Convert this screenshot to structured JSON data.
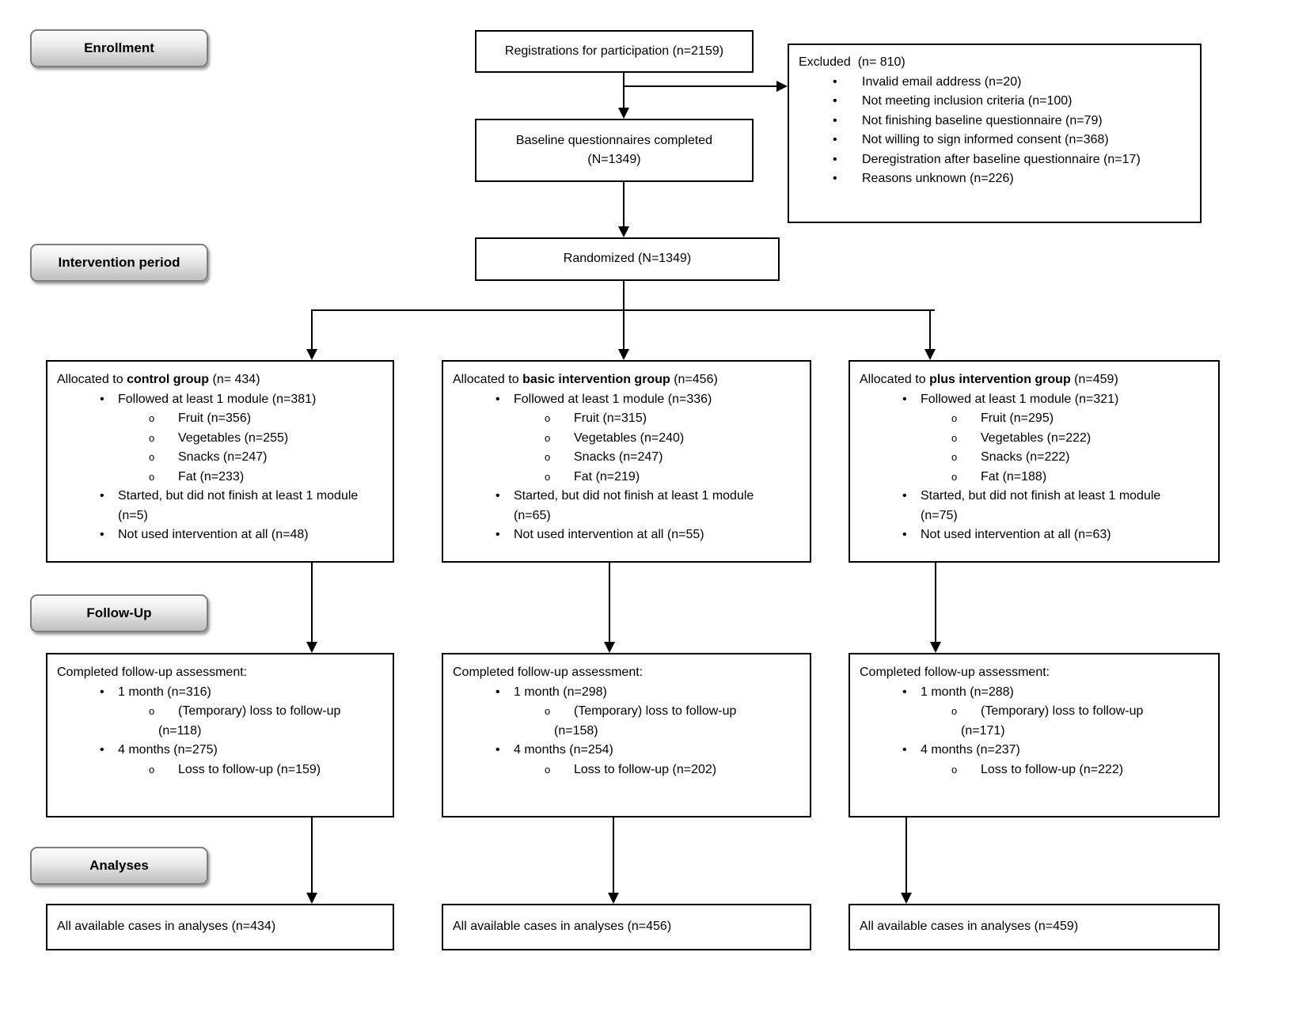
{
  "glyphs": {
    "bullet": "•",
    "circle": "o"
  },
  "stages": {
    "enrollment": "Enrollment",
    "intervention_period": "Intervention period",
    "follow_up": "Follow-Up",
    "analyses": "Analyses"
  },
  "flow": {
    "registrations": "Registrations for participation (n=2159)",
    "baseline_line1": "Baseline questionnaires completed",
    "baseline_line2": "(N=1349)",
    "randomized": "Randomized (N=1349)"
  },
  "excluded": {
    "title": "Excluded  (n= 810)",
    "reasons": [
      "Invalid email address (n=20)",
      "Not meeting inclusion criteria (n=100)",
      "Not finishing baseline questionnaire (n=79)",
      "Not willing to sign informed consent (n=368)",
      "Deregistration after baseline questionnaire (n=17)",
      "Reasons unknown (n=226)"
    ]
  },
  "groups": [
    {
      "allocated_prefix": "Allocated to ",
      "allocated_group": "control group",
      "allocated_suffix": " (n= 434)",
      "followed": "Followed at least 1 module (n=381)",
      "modules": [
        "Fruit (n=356)",
        "Vegetables (n=255)",
        "Snacks (n=247)",
        "Fat (n=233)"
      ],
      "started_line1": "Started, but did not finish at least 1 module",
      "started_line2": "(n=5)",
      "not_used": "Not used intervention at all (n=48)",
      "followup_title": "Completed follow-up assessment:",
      "month1": "1 month (n=316)",
      "month1_loss_line1": "(Temporary) loss to follow-up",
      "month1_loss_line2": "(n=118)",
      "month4": "4 months (n=275)",
      "month4_loss": "Loss to follow-up (n=159)",
      "analysis": "All available cases in analyses (n=434)"
    },
    {
      "allocated_prefix": "Allocated to ",
      "allocated_group": "basic intervention group",
      "allocated_suffix": " (n=456)",
      "followed": "Followed at least 1 module (n=336)",
      "modules": [
        "Fruit (n=315)",
        "Vegetables (n=240)",
        "Snacks (n=247)",
        "Fat (n=219)"
      ],
      "started_line1": "Started, but did not finish at least 1 module",
      "started_line2": "(n=65)",
      "not_used": "Not used intervention at all (n=55)",
      "followup_title": "Completed follow-up assessment:",
      "month1": "1 month (n=298)",
      "month1_loss_line1": "(Temporary) loss to follow-up",
      "month1_loss_line2": "(n=158)",
      "month4": "4 months (n=254)",
      "month4_loss": "Loss to follow-up (n=202)",
      "analysis": "All available cases in analyses (n=456)"
    },
    {
      "allocated_prefix": "Allocated to ",
      "allocated_group": "plus intervention group",
      "allocated_suffix": " (n=459)",
      "followed": "Followed at least 1 module (n=321)",
      "modules": [
        "Fruit (n=295)",
        "Vegetables (n=222)",
        "Snacks (n=222)",
        "Fat (n=188)"
      ],
      "started_line1": "Started, but did not finish at least 1 module",
      "started_line2": "(n=75)",
      "not_used": "Not used intervention at all (n=63)",
      "followup_title": "Completed follow-up assessment:",
      "month1": "1 month (n=288)",
      "month1_loss_line1": "(Temporary) loss to follow-up",
      "month1_loss_line2": "(n=171)",
      "month4": "4 months (n=237)",
      "month4_loss": "Loss to follow-up (n=222)",
      "analysis": "All available cases in analyses (n=459)"
    }
  ]
}
